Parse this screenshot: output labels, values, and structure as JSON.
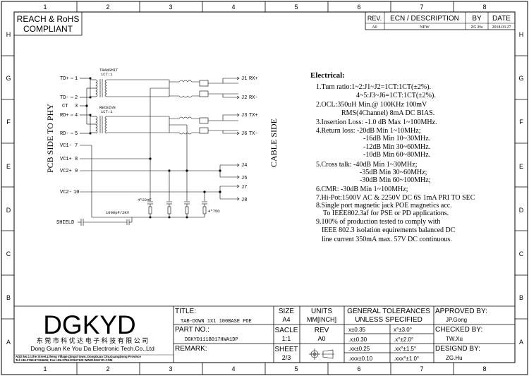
{
  "compliance": {
    "line1": "REACH & RoHS",
    "line2": "COMPLIANT"
  },
  "grid": {
    "cols": [
      "1",
      "2",
      "3",
      "4",
      "5",
      "6",
      "7",
      "8"
    ],
    "rows": [
      "H",
      "G",
      "F",
      "E",
      "D",
      "C",
      "B",
      "A"
    ]
  },
  "revision": {
    "headers": {
      "rev": "REV.",
      "desc": "ECN / DESCRIPTION",
      "by": "BY",
      "date": "DATE"
    },
    "row": {
      "rev": "A0",
      "desc": "NEW",
      "by": "ZG.Hu",
      "date": "2018.03.27"
    }
  },
  "schematic": {
    "pcb_side": "PCB SIDE TO PHY",
    "cable_side": "CABLE SIDE",
    "transmit": "TRANSMIT",
    "transmit_ratio": "1CT:1",
    "receive": "RECEIVE",
    "receive_ratio": "1CT:1",
    "left_pins": [
      {
        "name": "TD+",
        "num": "1"
      },
      {
        "name": "TD-",
        "num": "2"
      },
      {
        "name": "CT",
        "num": "3"
      },
      {
        "name": "RD+",
        "num": "4"
      },
      {
        "name": "RD-",
        "num": "5"
      },
      {
        "name": "VC1-",
        "num": "7"
      },
      {
        "name": "VC1+",
        "num": "8"
      },
      {
        "name": "VC2+",
        "num": "9"
      },
      {
        "name": "VC2-",
        "num": "10"
      }
    ],
    "right_pins": [
      {
        "name": "J1",
        "label": "RX+"
      },
      {
        "name": "J2",
        "label": "RX-"
      },
      {
        "name": "J3",
        "label": "TX+"
      },
      {
        "name": "J6",
        "label": "TX-"
      },
      {
        "name": "J4",
        "label": ""
      },
      {
        "name": "J5",
        "label": ""
      },
      {
        "name": "J7",
        "label": ""
      },
      {
        "name": "J8",
        "label": ""
      }
    ],
    "cap_4x": "4*22nF",
    "res_4x": "4*75Ω",
    "shield_cap": "1000pF/2KV",
    "shield": "SHIELD"
  },
  "electrical": {
    "title": "Electrical:",
    "lines": [
      "1.Turn ratio:1~2:J1~J2=1CT:1CT(±2%).",
      "4~5:J3~J6=1CT:1CT(±2%).",
      "2.OCL:350uH Min.@ 100KHz 100mV",
      "RMS(4Channel) 8mA DC BIAS.",
      "3.Insertion Loss: -1.0 dB Max 1~100MHz.",
      "4.Return loss: -20dB Min 1~10MHz;",
      "-16dB Min 10~30MHz.",
      "-12dB Min 30~60MHz.",
      "-10dB Min 60~80MHz.",
      "5.Cross talk: -40dB Min 1~30MHz;",
      "-35dB Min 30~60MHz;",
      "-30dB Min 60~100MHz;",
      "6.CMR: -30dB Min 1~100MHz;",
      "7.Hi-Pot:1500V AC & 2250V DC 6S 1mA PRI TO SEC",
      "8.Single port magnetic jack POE magnetics acc.",
      "To IEEE802.3af for  PSE or  PD   applications.",
      "9.100% of production tested to comply with",
      "IEEE 802.3 isolation equirements balanced DC",
      "line current 350mA max. 57V DC continuous."
    ]
  },
  "title_block": {
    "logo": "DGKYD",
    "company_cn": "东 莞 市 科 优 达 电 子 科 技 有 限 公 司",
    "company_en": "Dong Guan Ke You Da Electronic Tech.Co.,Ltd",
    "address": "ADD:No.1 Lihe Street,Liheng Village,Qingxi town, DongGuan City,GuangDong Province",
    "contact": "Tel:+86-0769-87334606; Fax:+86-0769-87647129  WWW.DGKYD.COM",
    "title_label": "TITLE:",
    "title_value": "TAB-DOWN 1X1 100BASE POE",
    "part_label": "PART NO.:",
    "part_value": "DGKYD111B017HWA1DP",
    "remark_label": "REMARK:",
    "size_label": "SIZE",
    "size_value": "A4",
    "scale_label": "SACLE",
    "scale_value": "1:1",
    "sheet_label": "SHEET",
    "sheet_value": "2/3",
    "units_label": "UNITS",
    "units_value": "MM[INCH]",
    "rev_label": "REV",
    "rev_value": "A0",
    "tol_title1": "GENERAL TOLERANCES",
    "tol_title2": "UNLESS SPECIFIED",
    "tolerances": [
      {
        "lin": "x±0.35",
        "ang": "x°±3.0°"
      },
      {
        "lin": ".x±0.30",
        "ang": ".x°±2.0°"
      },
      {
        "lin": ".xx±0.25",
        "ang": ".xx°±1.5°"
      },
      {
        "lin": ".xxx±0.10",
        "ang": ".xxx°±1.0°"
      }
    ],
    "approved_label": "APPROVED BY:",
    "approved_value": "JP.Gong",
    "checked_label": "CHECKED BY:",
    "checked_value": "TW.Xu",
    "designed_label": "DESIGND BY:",
    "designed_value": "ZG.Hu"
  }
}
